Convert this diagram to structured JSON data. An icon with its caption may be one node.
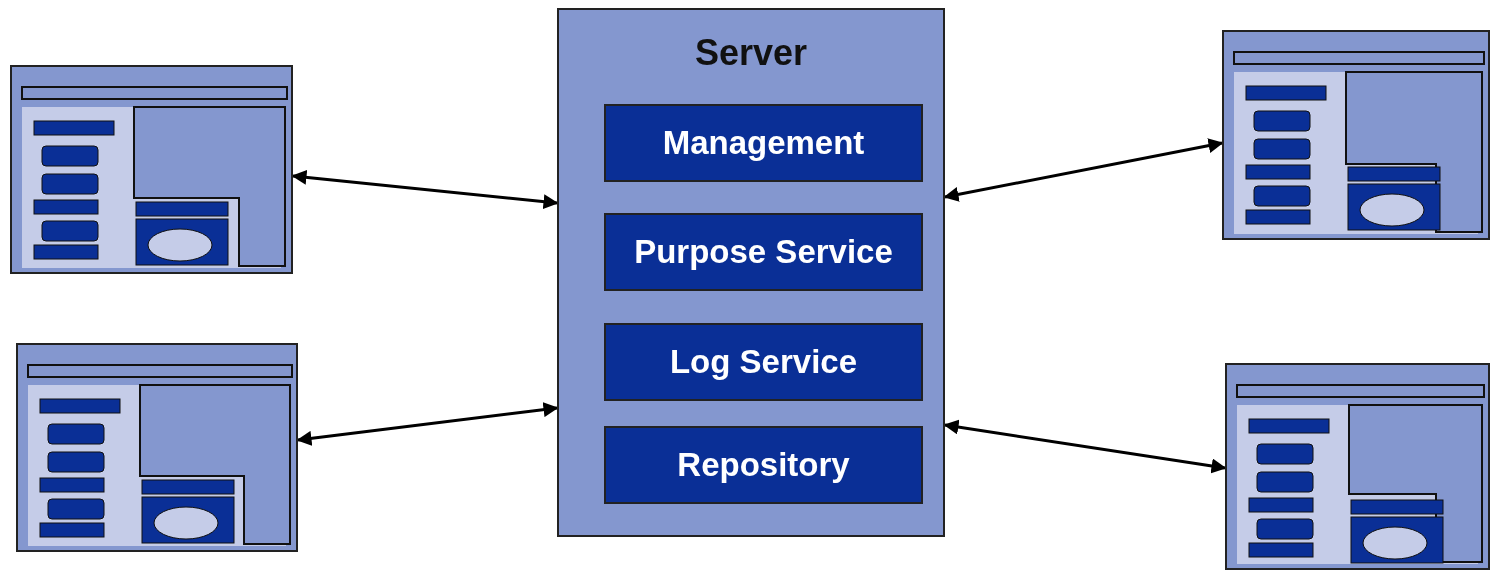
{
  "diagram": {
    "nodes": [
      {
        "text": [
          "Server"
        ]
      },
      {
        "text": [
          "Management"
        ],
        "in": 0
      },
      {
        "text": [
          "Purpose Service"
        ],
        "in": 0
      },
      {
        "text": [
          "Log Service"
        ],
        "in": 0
      },
      {
        "text": [
          "Repository"
        ],
        "in": 0
      },
      {
        "text": [],
        "shape": "picture"
      },
      {
        "text": [],
        "shape": "picture"
      },
      {
        "text": [],
        "shape": "picture"
      },
      {
        "text": [],
        "shape": "picture"
      }
    ],
    "edges": [
      {
        "from": 5,
        "to": 0,
        "arrow": "both"
      },
      {
        "from": 0,
        "to": 6,
        "arrow": "both"
      },
      {
        "from": 7,
        "to": 0,
        "arrow": "both"
      },
      {
        "from": 0,
        "to": 8,
        "arrow": "both"
      }
    ]
  }
}
